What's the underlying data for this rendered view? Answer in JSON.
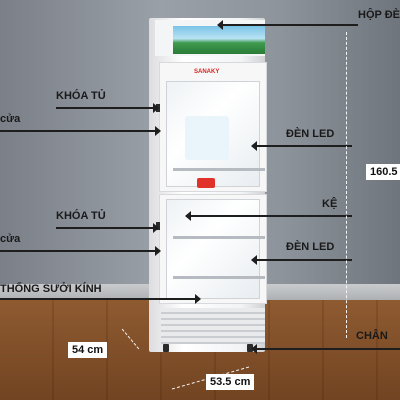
{
  "labels": {
    "hop_den": "HỘP ĐÈ",
    "khoa_tu_top": "KHÓA TỦ",
    "cua_top": "cửa",
    "den_led_top": "ĐÈN LED",
    "ke": "KỆ",
    "khoa_tu_bottom": "KHÓA TỦ",
    "cua_bottom": "cửa",
    "den_led_bottom": "ĐÈN LED",
    "he_thong_suoi_kinh": "THỐNG SƯỞI KÍNH",
    "chan": "CHÂN"
  },
  "dimensions": {
    "height": "160.5",
    "depth": "54 cm",
    "width": "53.5 cm"
  },
  "brand": "SANAKY",
  "colors": {
    "brand_red": "#d5261f",
    "line": "#1e1e1e"
  }
}
